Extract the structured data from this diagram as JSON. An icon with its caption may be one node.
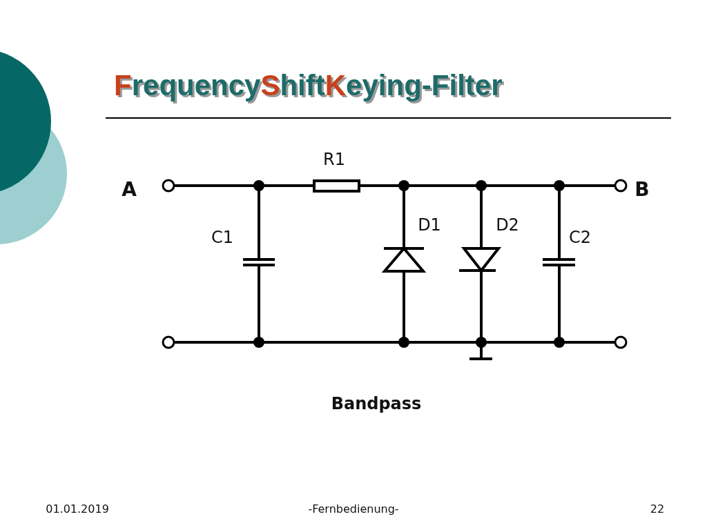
{
  "diagram": {
    "title": "FrequencyShiftKeying-Filter",
    "labels": [
      "R1",
      "A",
      "B",
      "D1",
      "D2",
      "C1",
      "C2",
      "Bandpass",
      "01.01.2019",
      "-Fernbedienung-",
      "22"
    ]
  }
}
